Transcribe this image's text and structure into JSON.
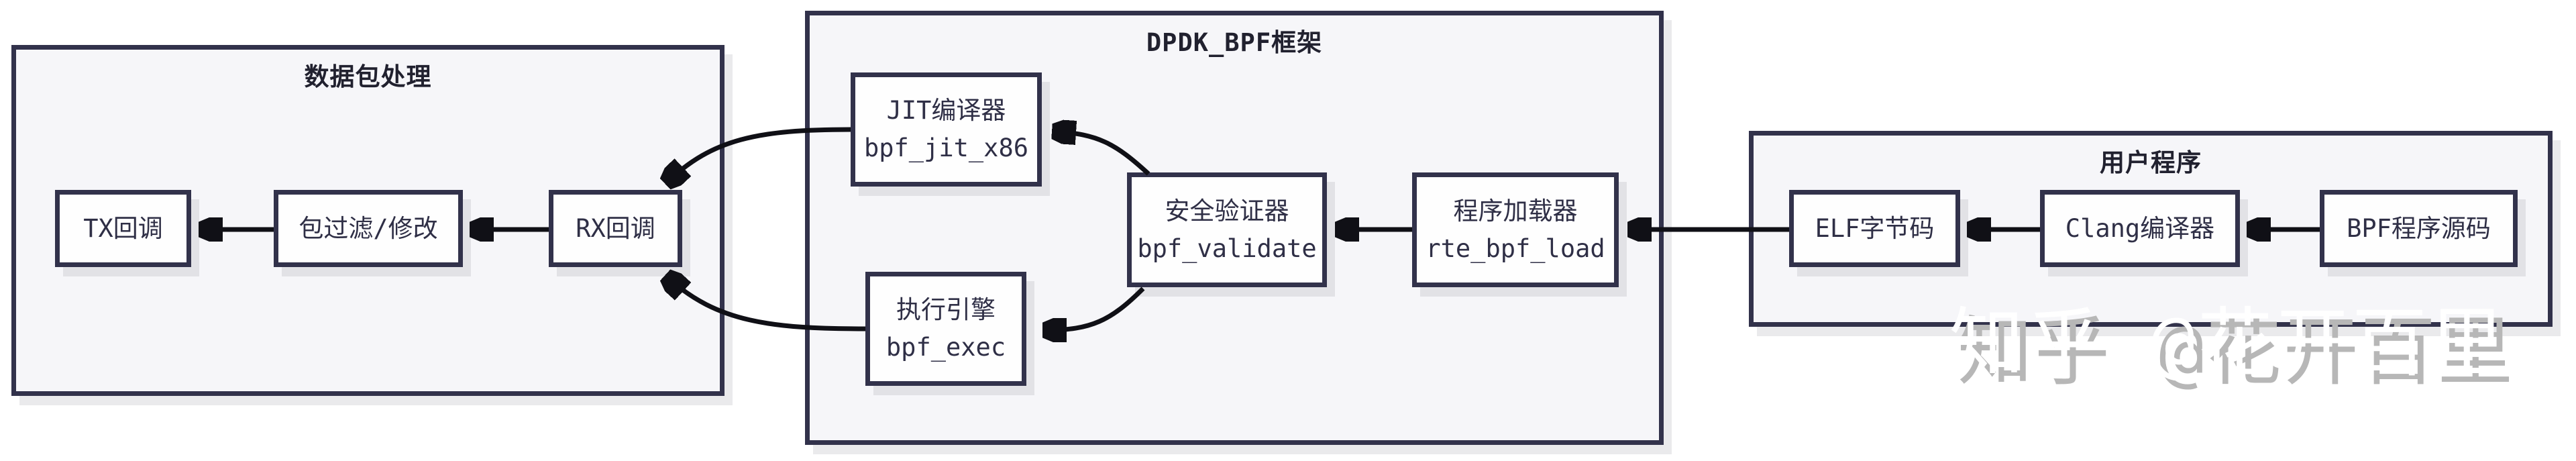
{
  "diagram": {
    "containers": {
      "packet": {
        "title": "数据包处理"
      },
      "dpdk": {
        "title": "DPDK_BPF框架"
      },
      "user": {
        "title": "用户程序"
      }
    },
    "nodes": {
      "tx": {
        "label": "TX回调"
      },
      "filter": {
        "label": "包过滤/修改"
      },
      "rx": {
        "label": "RX回调"
      },
      "jit": {
        "label": "JIT编译器",
        "code": "bpf_jit_x86"
      },
      "exec": {
        "label": "执行引擎",
        "code": "bpf_exec"
      },
      "validate": {
        "label": "安全验证器",
        "code": "bpf_validate"
      },
      "loader": {
        "label": "程序加载器",
        "code": "rte_bpf_load"
      },
      "elf": {
        "label": "ELF字节码"
      },
      "clang": {
        "label": "Clang编译器"
      },
      "bpfsrc": {
        "label": "BPF程序源码"
      }
    },
    "flow_edges": [
      "BPF程序源码 -> Clang编译器",
      "Clang编译器 -> ELF字节码",
      "ELF字节码 -> 程序加载器 rte_bpf_load",
      "程序加载器 rte_bpf_load -> 安全验证器 bpf_validate",
      "安全验证器 bpf_validate -> JIT编译器 bpf_jit_x86",
      "安全验证器 bpf_validate -> 执行引擎 bpf_exec",
      "JIT编译器 bpf_jit_x86 -> RX回调",
      "执行引擎 bpf_exec -> RX回调",
      "RX回调 -> 包过滤/修改",
      "包过滤/修改 -> TX回调"
    ],
    "watermark": {
      "text": "知乎 @花开百里"
    },
    "colors": {
      "border": "#32324b",
      "container_fill": "#f6f6f9",
      "node_fill": "#fefefe",
      "arrow": "#101016",
      "text": "#2f2f46",
      "watermark_shadow": "#b7b7b7"
    }
  }
}
